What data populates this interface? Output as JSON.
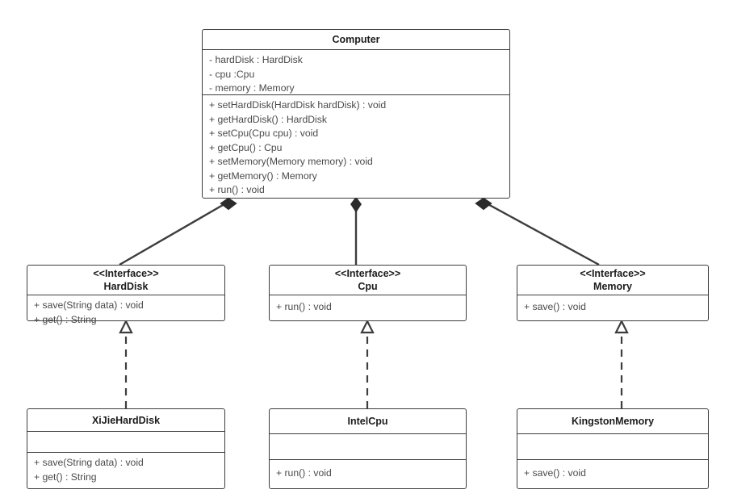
{
  "diagram": {
    "type": "uml-class-diagram",
    "classes": [
      {
        "id": "computer",
        "name": "Computer",
        "stereotype": "",
        "attributes": [
          "- hardDisk : HardDisk",
          "- cpu :Cpu",
          "- memory : Memory"
        ],
        "methods": [
          "+ setHardDisk(HardDisk hardDisk) : void",
          "+ getHardDisk() : HardDisk",
          "+ setCpu(Cpu cpu) : void",
          "+ getCpu() : Cpu",
          "+ setMemory(Memory memory) : void",
          "+ getMemory() : Memory",
          "+ run() : void"
        ]
      },
      {
        "id": "harddisk",
        "name": "HardDisk",
        "stereotype": "<<Interface>>",
        "methods": [
          "+ save(String data) : void",
          "+ get() : String"
        ]
      },
      {
        "id": "cpu",
        "name": "Cpu",
        "stereotype": "<<Interface>>",
        "methods": [
          "+ run() : void"
        ]
      },
      {
        "id": "memory",
        "name": "Memory",
        "stereotype": "<<Interface>>",
        "methods": [
          "+ save() : void"
        ]
      },
      {
        "id": "xijieharddisk",
        "name": "XiJieHardDisk",
        "stereotype": "",
        "attributes": [],
        "methods": [
          "+ save(String data) : void",
          "+ get() : String"
        ]
      },
      {
        "id": "intelcpu",
        "name": "IntelCpu",
        "stereotype": "",
        "attributes": [],
        "methods": [
          "+ run() : void"
        ]
      },
      {
        "id": "kingstonmemory",
        "name": "KingstonMemory",
        "stereotype": "",
        "attributes": [],
        "methods": [
          "+ save() : void"
        ]
      }
    ],
    "relationships": [
      {
        "from": "computer",
        "to": "harddisk",
        "type": "composition"
      },
      {
        "from": "computer",
        "to": "cpu",
        "type": "composition"
      },
      {
        "from": "computer",
        "to": "memory",
        "type": "composition"
      },
      {
        "from": "xijieharddisk",
        "to": "harddisk",
        "type": "realization"
      },
      {
        "from": "intelcpu",
        "to": "cpu",
        "type": "realization"
      },
      {
        "from": "kingstonmemory",
        "to": "memory",
        "type": "realization"
      }
    ],
    "colors": {
      "stroke": "#3d3d3d",
      "title_text": "#1c1c1c",
      "member_text": "#4a4a4a",
      "background": "#ffffff"
    }
  }
}
